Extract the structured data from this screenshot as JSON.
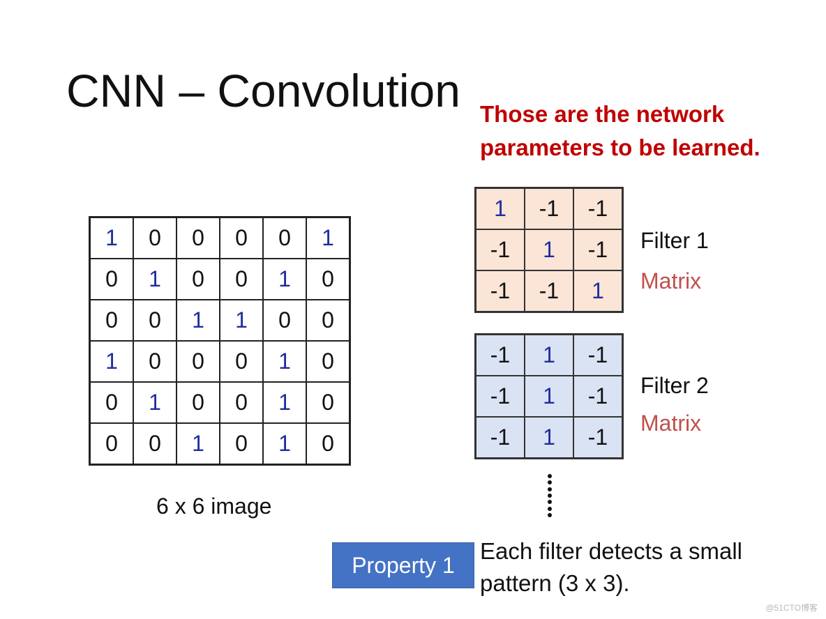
{
  "title": "CNN – Convolution",
  "note": {
    "line1": "Those are the network",
    "line2": "parameters to be learned."
  },
  "image": {
    "caption": "6 x 6 image",
    "matrix": [
      [
        "1",
        "0",
        "0",
        "0",
        "0",
        "1"
      ],
      [
        "0",
        "1",
        "0",
        "0",
        "1",
        "0"
      ],
      [
        "0",
        "0",
        "1",
        "1",
        "0",
        "0"
      ],
      [
        "1",
        "0",
        "0",
        "0",
        "1",
        "0"
      ],
      [
        "0",
        "1",
        "0",
        "0",
        "1",
        "0"
      ],
      [
        "0",
        "0",
        "1",
        "0",
        "1",
        "0"
      ]
    ]
  },
  "filters": [
    {
      "name": "Filter 1",
      "kind": "Matrix",
      "matrix": [
        [
          "1",
          "-1",
          "-1"
        ],
        [
          "-1",
          "1",
          "-1"
        ],
        [
          "-1",
          "-1",
          "1"
        ]
      ],
      "fill": "#fbe5d6"
    },
    {
      "name": "Filter 2",
      "kind": "Matrix",
      "matrix": [
        [
          "-1",
          "1",
          "-1"
        ],
        [
          "-1",
          "1",
          "-1"
        ],
        [
          "-1",
          "1",
          "-1"
        ]
      ],
      "fill": "#dae3f3"
    }
  ],
  "property": {
    "label": "Property 1",
    "line1": "Each filter detects a small",
    "line2": "pattern (3 x 3)."
  },
  "watermark": "@51CTO博客",
  "colors": {
    "title": "#111111",
    "note_red": "#c00000",
    "matrix_red": "#c0504d",
    "one_blue": "#1f2d9e",
    "property_fill": "#4472c4"
  }
}
